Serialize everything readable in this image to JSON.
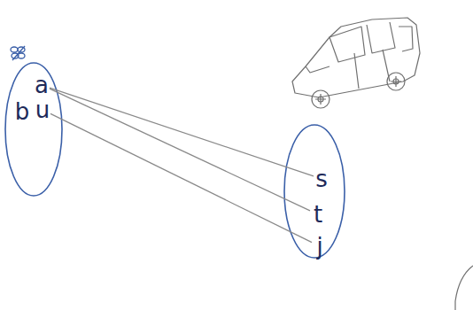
{
  "diagram": {
    "nodes": [
      {
        "text": []
      },
      {
        "text": [
          "a"
        ],
        "in": 0
      },
      {
        "text": [
          "b"
        ],
        "in": 0
      },
      {
        "text": [
          "u"
        ],
        "in": 0
      },
      {
        "text": []
      },
      {
        "text": [
          "s"
        ],
        "in": 4
      },
      {
        "text": [
          "t"
        ],
        "in": 4
      },
      {
        "text": [
          "j"
        ],
        "in": 4
      }
    ],
    "edges": [
      {
        "from": 1,
        "to": 5,
        "arrow": "none"
      },
      {
        "from": 1,
        "to": 6,
        "arrow": "none"
      },
      {
        "from": 3,
        "to": 7,
        "arrow": "none"
      }
    ]
  }
}
